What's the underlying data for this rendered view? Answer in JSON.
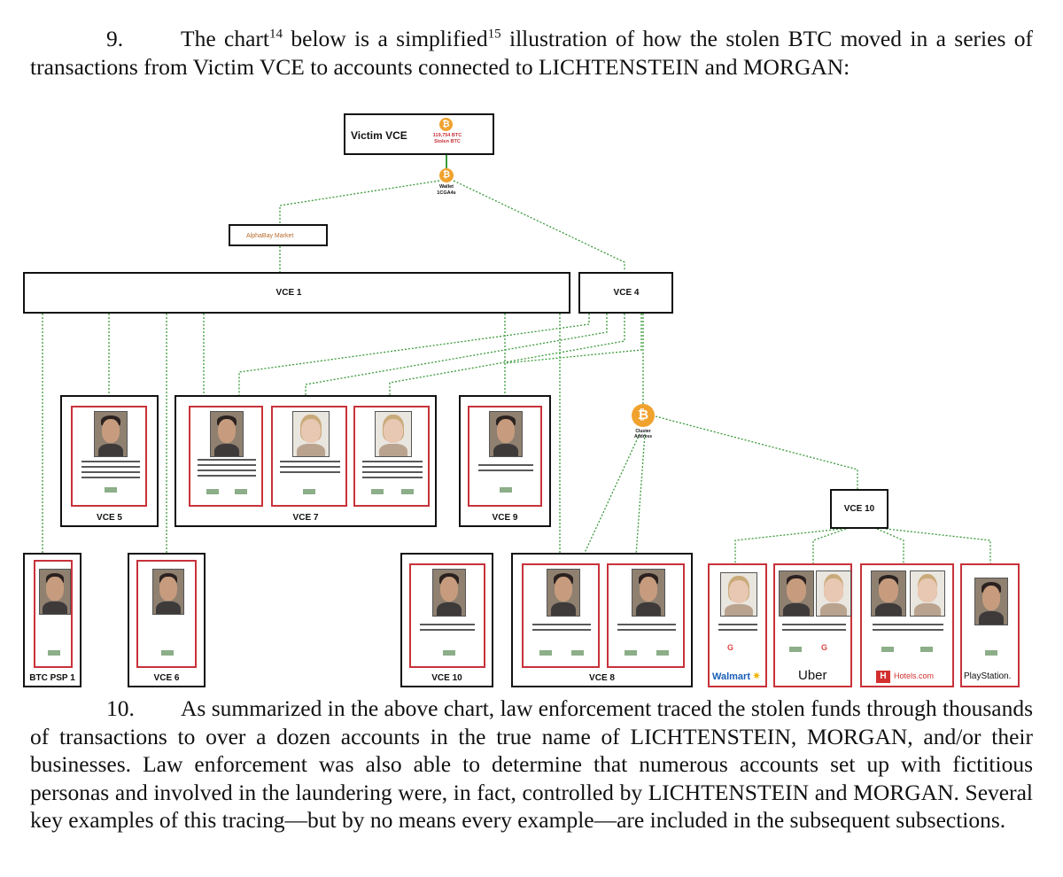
{
  "paragraphs": {
    "p9": {
      "number": "9.",
      "text_a": "The chart",
      "fn1": "14",
      "text_b": " below is a simplified",
      "fn2": "15",
      "text_c": " illustration of how the stolen BTC moved in a series of transactions from Victim VCE to accounts connected to LICHTENSTEIN and MORGAN:"
    },
    "p10": {
      "number": "10.",
      "text": "As summarized in the above chart, law enforcement traced the stolen funds through thousands of transactions to over a dozen accounts in the true name of LICHTENSTEIN, MORGAN, and/or their businesses. Law enforcement was also able to determine that numerous accounts set up with fictitious personas and involved in the laundering were, in fact, controlled by LICHTENSTEIN and MORGAN. Several key examples of this tracing—but by no means every example—are included in the subsequent subsections."
    }
  },
  "diagram": {
    "victim": "Victim VCE",
    "stolen_line1": "119,754 BTC",
    "stolen_line2": "Stolen BTC",
    "wallet_line1": "Wallet",
    "wallet_line2": "1CGA4s",
    "market": "AlphaBay Market",
    "vce1": "VCE 1",
    "vce4": "VCE 4",
    "cluster_line1": "Cluster",
    "cluster_line2": "Address",
    "vce10_node": "VCE 10",
    "groups": {
      "vce5": "VCE 5",
      "vce7": "VCE 7",
      "vce9": "VCE 9",
      "btcpsp": "BTC PSP 1",
      "vce6": "VCE 6",
      "vce10": "VCE 10",
      "vce8": "VCE 8"
    },
    "brands": {
      "walmart": "Walmart",
      "uber": "Uber",
      "hotels": "Hotels.com",
      "playstation": "PlayStation."
    },
    "colors": {
      "card_border": "#c8323a",
      "arrow_green": "#3a9a3a",
      "btc_orange": "#f0a22e"
    }
  }
}
